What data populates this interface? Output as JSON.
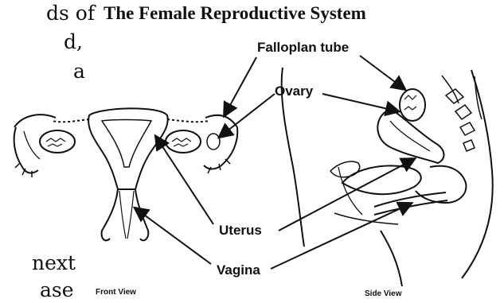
{
  "page": {
    "left_text_fragments": [
      "ds of",
      "d,",
      "a",
      "next",
      "ase"
    ]
  },
  "diagram": {
    "title": "The Female Reproductive System",
    "labels": {
      "fallopian_tube": "Falloplan tube",
      "ovary": "Ovary",
      "uterus": "Uterus",
      "vagina": "Vagina"
    },
    "captions": {
      "front_view": "Front View",
      "side_view": "Side View"
    }
  }
}
